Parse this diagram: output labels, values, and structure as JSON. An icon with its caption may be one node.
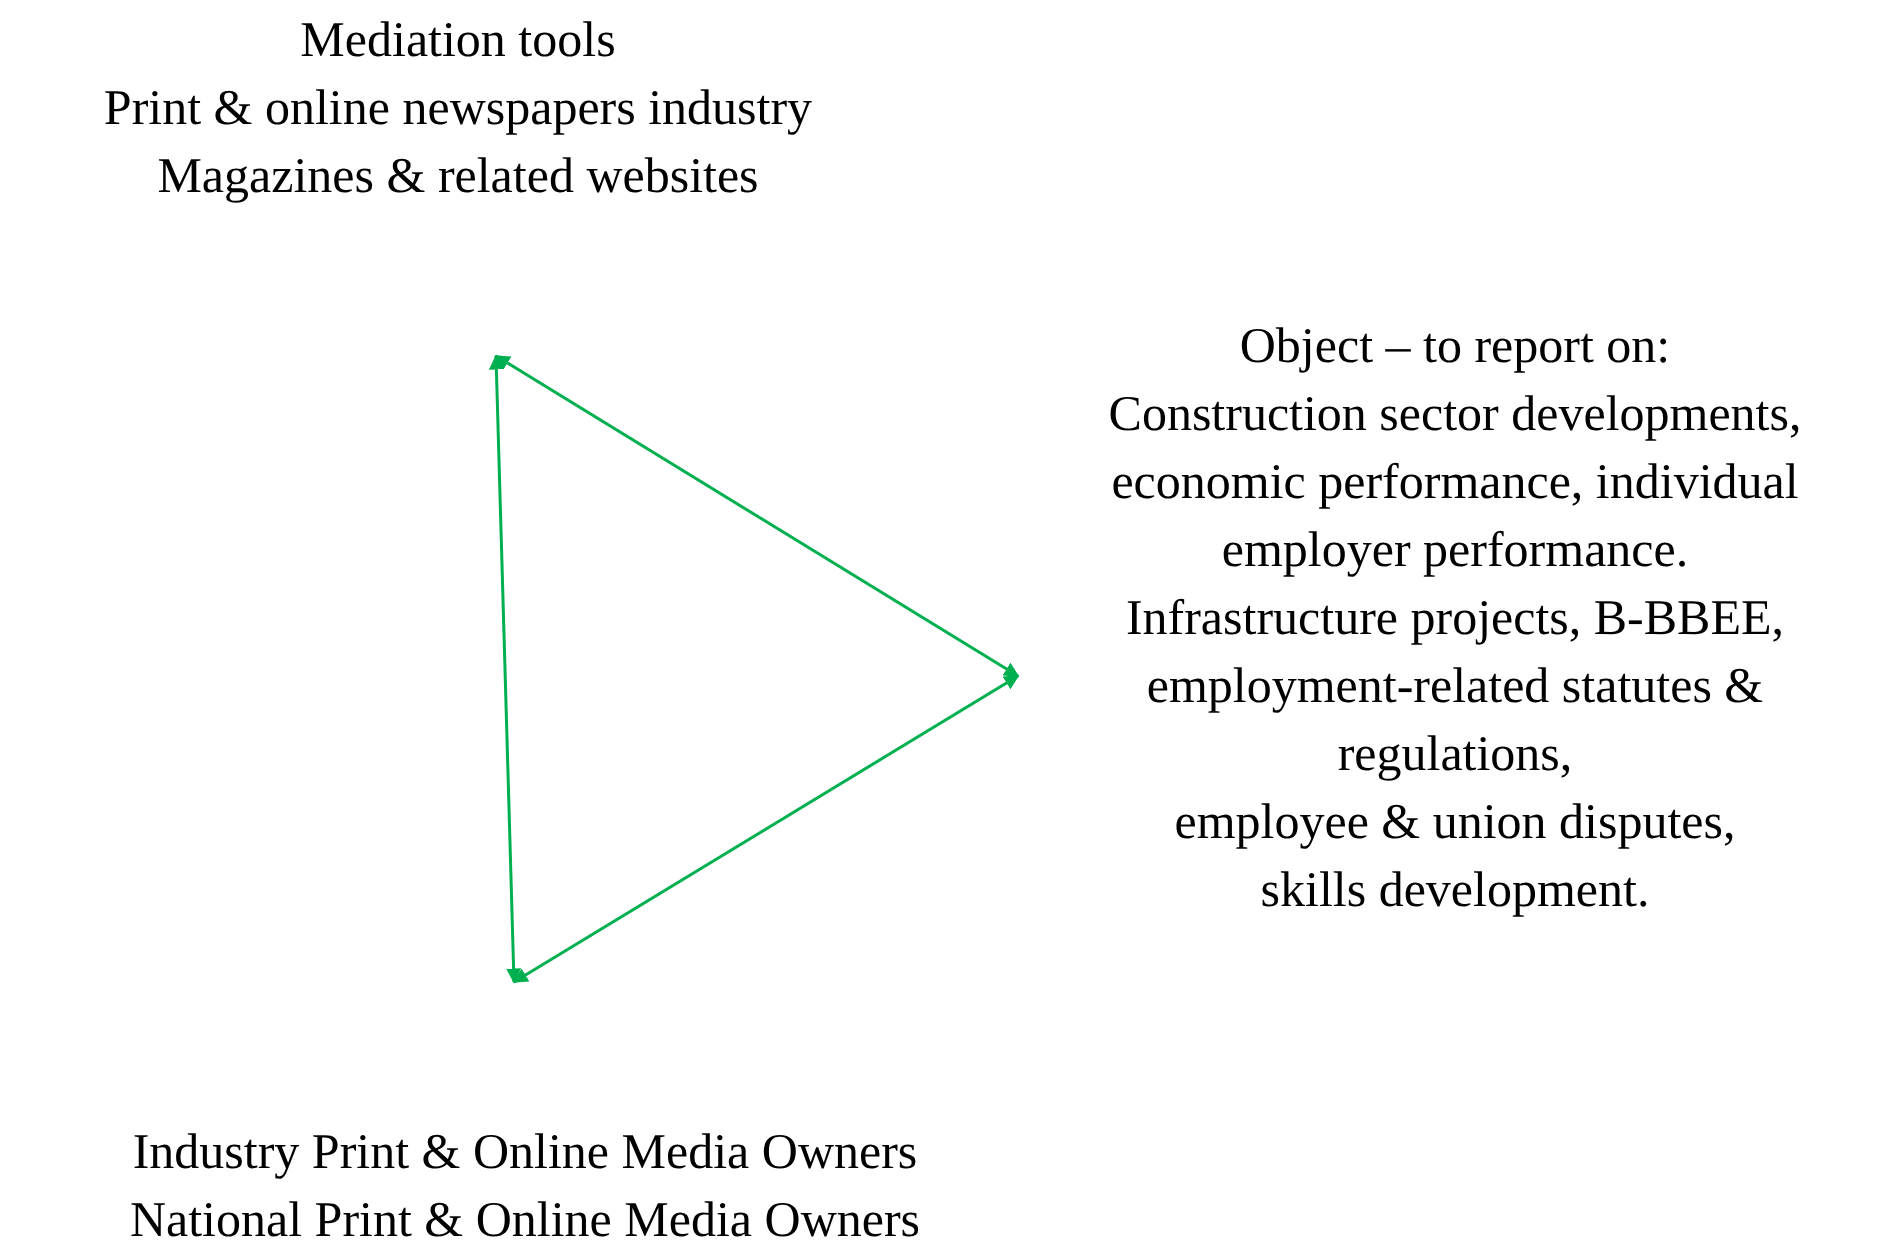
{
  "diagram": {
    "nodes": [
      {
        "text": [
          "Mediation tools",
          "Print & online newspapers industry",
          "Magazines & related websites"
        ]
      },
      {
        "text": [
          "Object – to report on:",
          "Construction sector developments, economic performance, individual employer performance.",
          "Infrastructure projects, B-BBEE, employment-related statutes & regulations,",
          "employee & union disputes,",
          "skills development."
        ]
      },
      {
        "text": [
          "Industry Print & Online Media Owners",
          "National Print & Online Media Owners"
        ]
      }
    ],
    "edges": [
      {
        "from": 0,
        "to": 1,
        "arrow": "both",
        "color": "#00b050"
      },
      {
        "from": 1,
        "to": 2,
        "arrow": "both",
        "color": "#00b050"
      },
      {
        "from": 2,
        "to": 0,
        "arrow": "both",
        "color": "#00b050"
      }
    ]
  }
}
